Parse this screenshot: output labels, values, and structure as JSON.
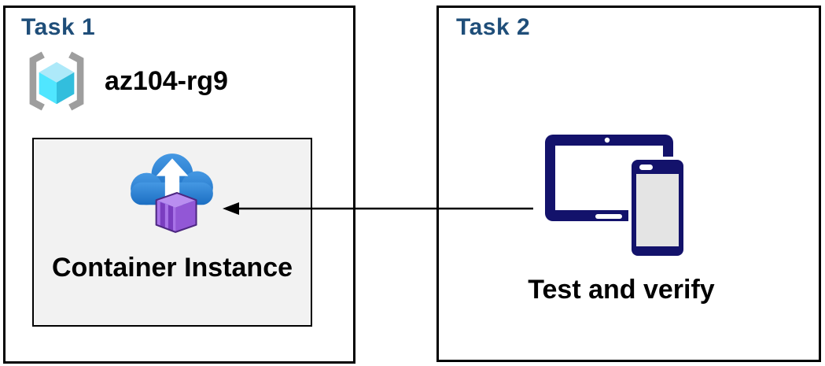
{
  "task1": {
    "title": "Task 1",
    "resource_group_name": "az104-rg9",
    "container_box_label": "Container Instance"
  },
  "task2": {
    "title": "Task 2",
    "caption": "Test and verify"
  },
  "icons": {
    "resource_group": "azure-resource-group-brackets-cube-icon",
    "container_instance": "cloud-upload-container-icon",
    "devices": "tablet-and-phone-icon",
    "connector": "left-arrow"
  },
  "colors": {
    "heading": "#1F4E79",
    "box-border": "#000000",
    "graybox-bg": "#F2F2F2",
    "text-black": "#000000",
    "bracket-gray": "#9E9E9E",
    "rg-top": "#ADE9F9",
    "rg-left": "#50E6FF",
    "rg-right": "#32BEDD",
    "cloud-top": "#4598E3",
    "cloud-bottom": "#1B6EC2",
    "container-top": "#B98EF0",
    "container-front": "#A873E8",
    "container-side": "#9257D6",
    "container-stripe": "#7A3DC0",
    "container-outline": "#4D2781",
    "device-navy": "#13126B",
    "phone-screen": "#E4E4E4"
  }
}
